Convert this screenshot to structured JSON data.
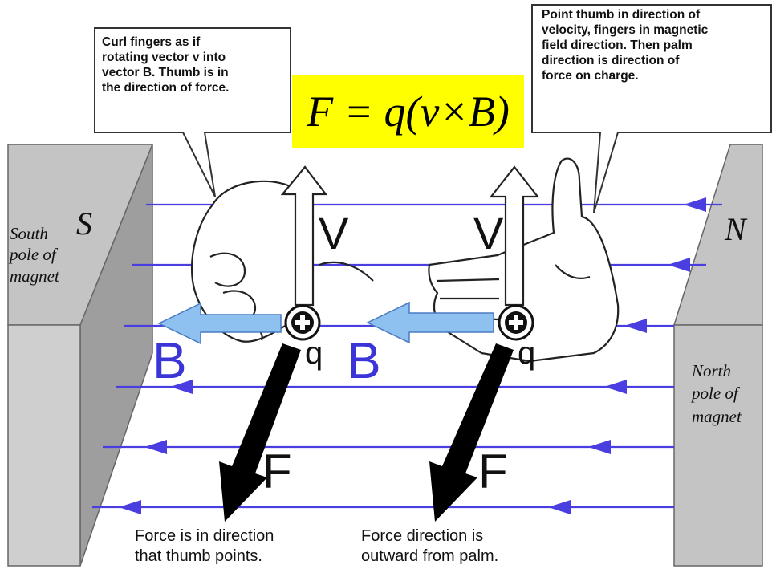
{
  "callouts": {
    "left": "Curl fingers as if\nrotating vector v into\nvector B. Thumb is in\nthe direction of force.",
    "right": "Point thumb in direction of\nvelocity, fingers in magnetic\nfield direction. Then palm\ndirection is direction of\nforce on charge."
  },
  "formula": "F = q(v×B)",
  "south": {
    "letter": "S",
    "label": "South\npole of\nmagnet"
  },
  "north": {
    "letter": "N",
    "label": "North\npole of\nmagnet"
  },
  "vectors": {
    "velocity_label": "V",
    "field_label": "B",
    "force_label": "F",
    "charge_label": "q",
    "charge_symbol": "+"
  },
  "captions": {
    "left": "Force is in direction\nthat thumb points.",
    "right": "Force direction is\noutward from palm."
  },
  "colors": {
    "field_line": "#4a3ee0",
    "field_arrow": "#8ec0f0",
    "magnet": "#c4c4c4",
    "formula_bg": "#ffff00",
    "force": "#000000"
  }
}
